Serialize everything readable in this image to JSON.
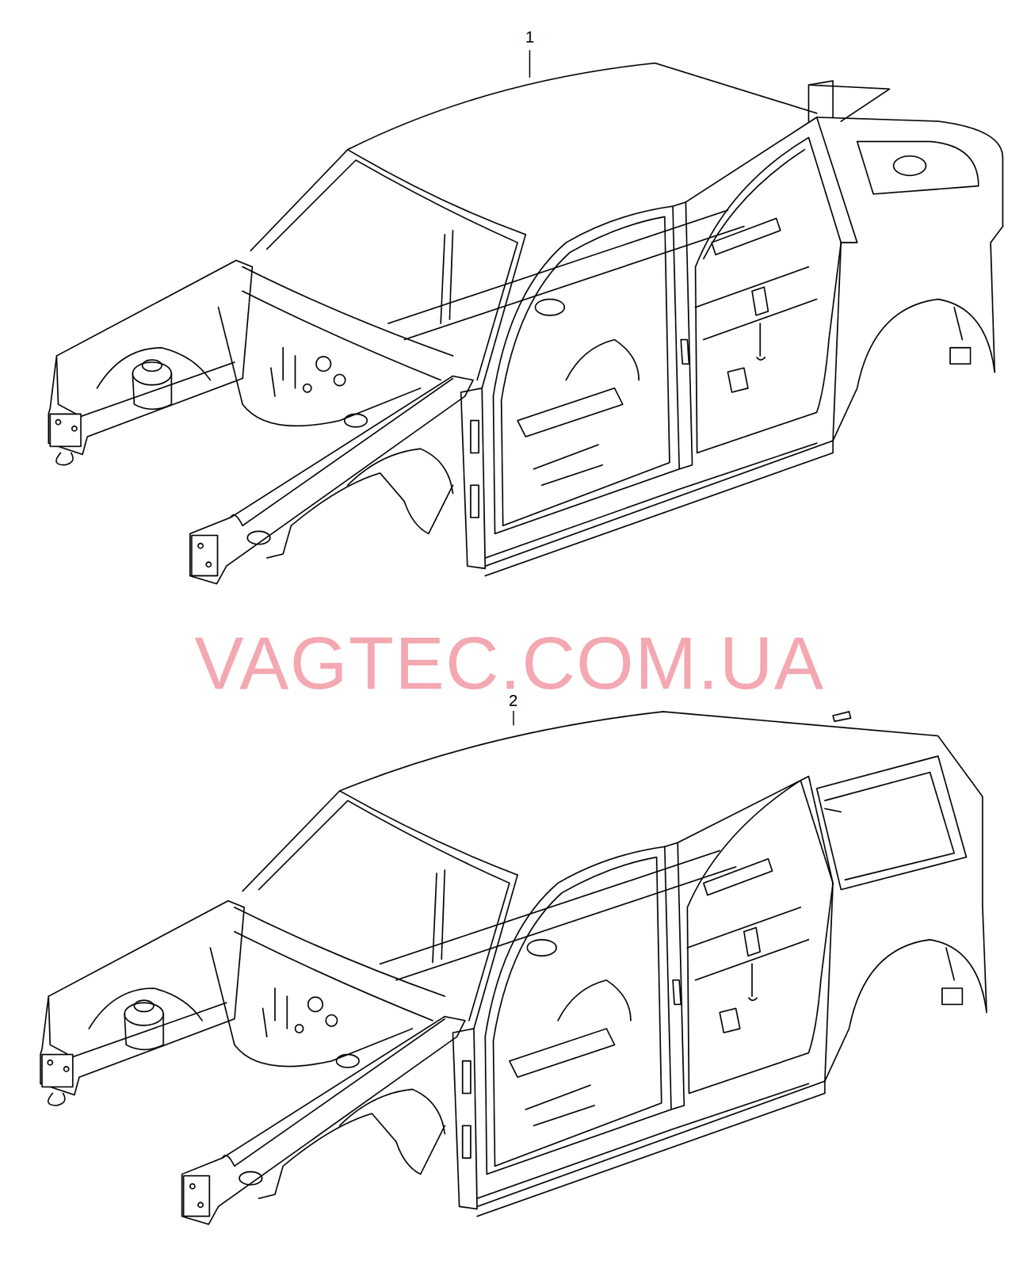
{
  "diagram": {
    "labels": [
      "1",
      "2",
      "VAGTEC.COM.UA"
    ]
  }
}
